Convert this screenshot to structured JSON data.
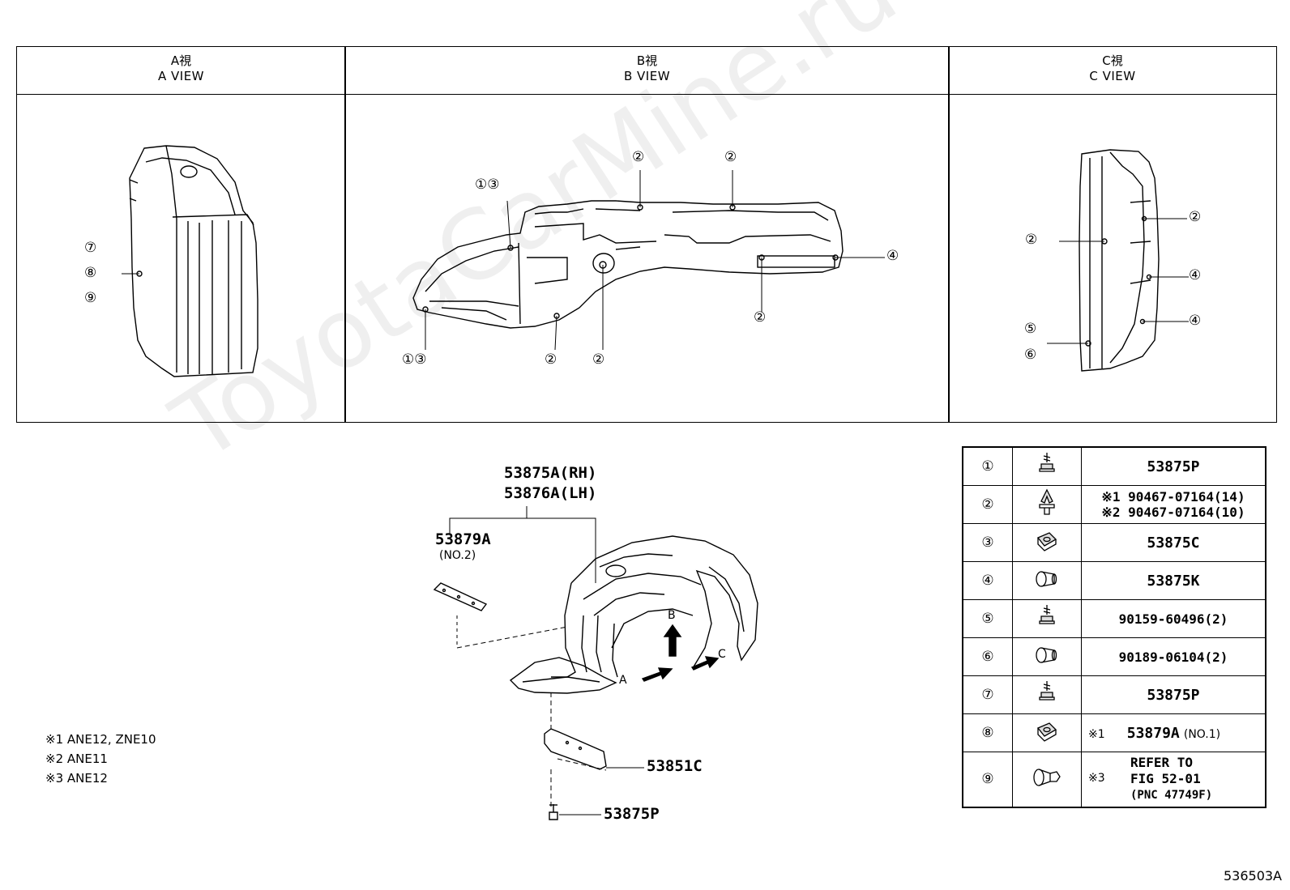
{
  "views": [
    {
      "jp": "A視",
      "en": "A VIEW"
    },
    {
      "jp": "B視",
      "en": "B VIEW"
    },
    {
      "jp": "C視",
      "en": "C VIEW"
    }
  ],
  "callouts": {
    "a_view": [
      "⑦",
      "⑧",
      "⑨"
    ],
    "b_view": [
      "①③",
      "②",
      "②",
      "④",
      "②",
      "①③",
      "②",
      "②"
    ],
    "c_view": [
      "②",
      "②",
      "④",
      "④",
      "⑤",
      "⑥"
    ]
  },
  "exploded": {
    "liner_rh": "53875A(RH)",
    "liner_lh": "53876A(LH)",
    "bracket": "53879A",
    "bracket_sub": "(NO.2)",
    "seal": "53851C",
    "screw": "53875P",
    "arrow_a": "A",
    "arrow_b": "B",
    "arrow_c": "C"
  },
  "notes": [
    "※1 ANE12, ZNE10",
    "※2 ANE11",
    "※3 ANE12"
  ],
  "parts_table": [
    {
      "num": "①",
      "icon": "screw-icon",
      "pn": "53875P"
    },
    {
      "num": "②",
      "icon": "push-clip-icon",
      "line1": "※1 90467-07164(14)",
      "line2": "※2 90467-07164(10)"
    },
    {
      "num": "③",
      "icon": "clip-nut-icon",
      "pn": "53875C"
    },
    {
      "num": "④",
      "icon": "grommet-icon",
      "pn": "53875K"
    },
    {
      "num": "⑤",
      "icon": "screw-icon",
      "pn": "90159-60496(2)"
    },
    {
      "num": "⑥",
      "icon": "grommet-icon",
      "pn": "90189-06104(2)"
    },
    {
      "num": "⑦",
      "icon": "screw-icon",
      "pn": "53875P"
    },
    {
      "num": "⑧",
      "icon": "clip-nut-icon",
      "mark": "※1",
      "pn": "53879A",
      "pn_sub": "(NO.1)"
    },
    {
      "num": "⑨",
      "icon": "retainer-icon",
      "mark": "※3",
      "line1": "REFER TO",
      "line2": "FIG 52-01",
      "line3": "(PNC 47749F)"
    }
  ],
  "figure_code": "536503A",
  "watermark": "ToyotaCarMine.ru"
}
